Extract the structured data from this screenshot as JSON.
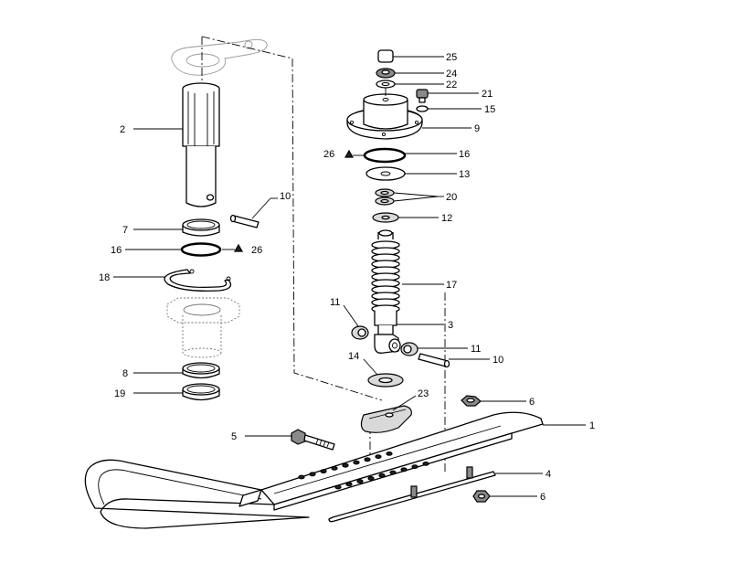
{
  "callouts": {
    "c1": "1",
    "c2": "2",
    "c3": "3",
    "c4": "4",
    "c5": "5",
    "c6a": "6",
    "c6b": "6",
    "c7": "7",
    "c8": "8",
    "c9": "9",
    "c10a": "10",
    "c10b": "10",
    "c11a": "11",
    "c11b": "11",
    "c12": "12",
    "c13": "13",
    "c14": "14",
    "c15": "15",
    "c16a": "16",
    "c16b": "16",
    "c17": "17",
    "c18": "18",
    "c19": "19",
    "c20": "20",
    "c21": "21",
    "c22": "22",
    "c23": "23",
    "c24": "24",
    "c25": "25",
    "c26a": "26",
    "c26b": "26"
  }
}
